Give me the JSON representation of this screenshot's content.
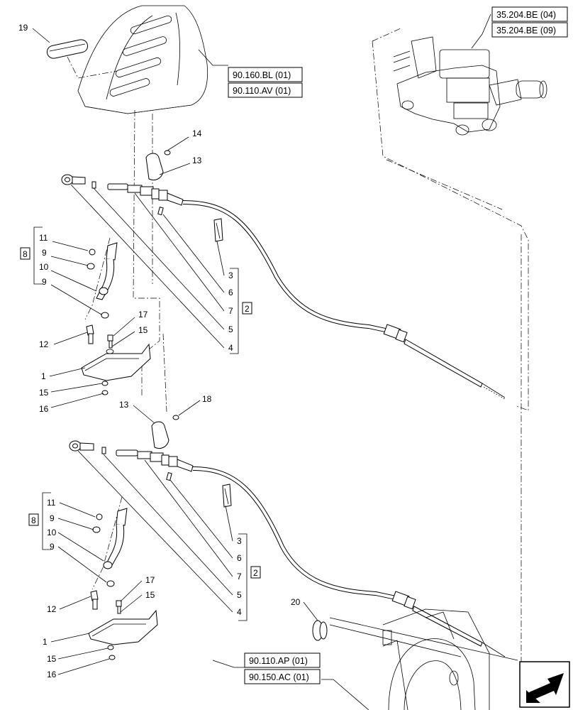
{
  "callouts": {
    "top": {
      "n1": "1",
      "n3": "3",
      "n4": "4",
      "n5": "5",
      "n6": "6",
      "n7": "7",
      "n9a": "9",
      "n9b": "9",
      "n10": "10",
      "n11": "11",
      "n12": "12",
      "n13": "13",
      "n14": "14",
      "n15a": "15",
      "n15b": "15",
      "n16": "16",
      "n17": "17",
      "n19": "19",
      "box2": "2",
      "box8": "8"
    },
    "bottom": {
      "n1": "1",
      "n3": "3",
      "n4": "4",
      "n5": "5",
      "n6": "6",
      "n7": "7",
      "n9a": "9",
      "n9b": "9",
      "n10": "10",
      "n11": "11",
      "n12": "12",
      "n13": "13",
      "n15a": "15",
      "n15b": "15",
      "n16": "16",
      "n17": "17",
      "n18": "18",
      "n20": "20",
      "box2": "2",
      "box8": "8"
    }
  },
  "references": {
    "seat_ref1": "90.160.BL (01)",
    "seat_ref2": "90.110.AV (01)",
    "valve_ref1": "35.204.BE (04)",
    "valve_ref2": "35.204.BE (09)",
    "floor_ref1": "90.110.AP (01)",
    "floor_ref2": "90.150.AC (01)"
  },
  "icons": {
    "nav": "arrow-down-left-icon"
  }
}
